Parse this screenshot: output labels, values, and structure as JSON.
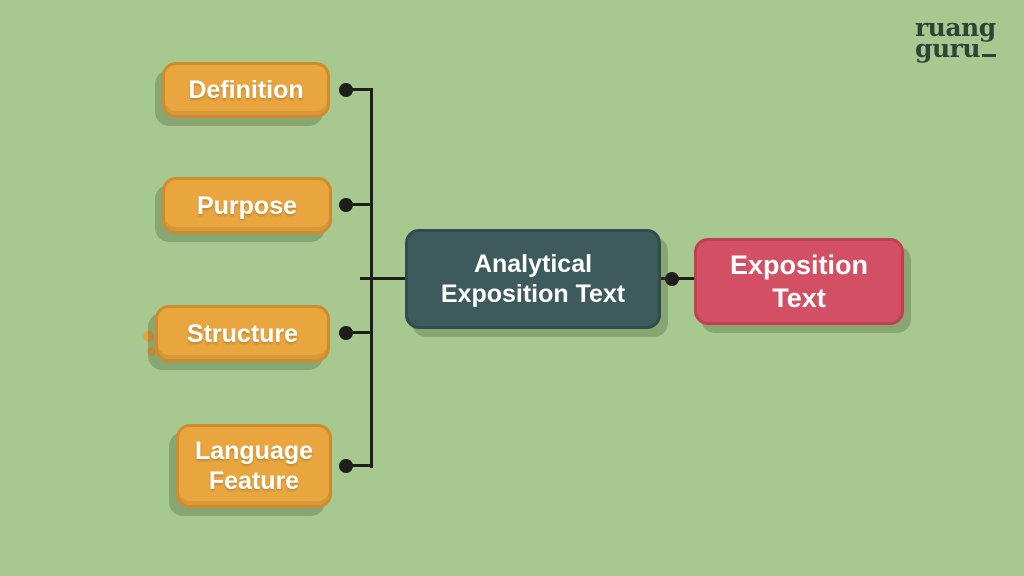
{
  "logo": {
    "line1": "ruang",
    "line2": "guru"
  },
  "nodes": {
    "branches": [
      {
        "label": "Definition"
      },
      {
        "label": "Purpose"
      },
      {
        "label": "Structure"
      },
      {
        "label": "Language Feature"
      }
    ],
    "center": {
      "label": "Analytical Exposition Text"
    },
    "result": {
      "label": "Exposition Text"
    }
  },
  "colors": {
    "background": "#a7c98f",
    "branch_fill": "#e9a63f",
    "branch_border": "#cf8c2e",
    "center_fill": "#3d5a5c",
    "result_fill": "#d34f63",
    "connector": "#1d1d1b",
    "text": "#ffffff",
    "logo_text": "#2a4638"
  }
}
